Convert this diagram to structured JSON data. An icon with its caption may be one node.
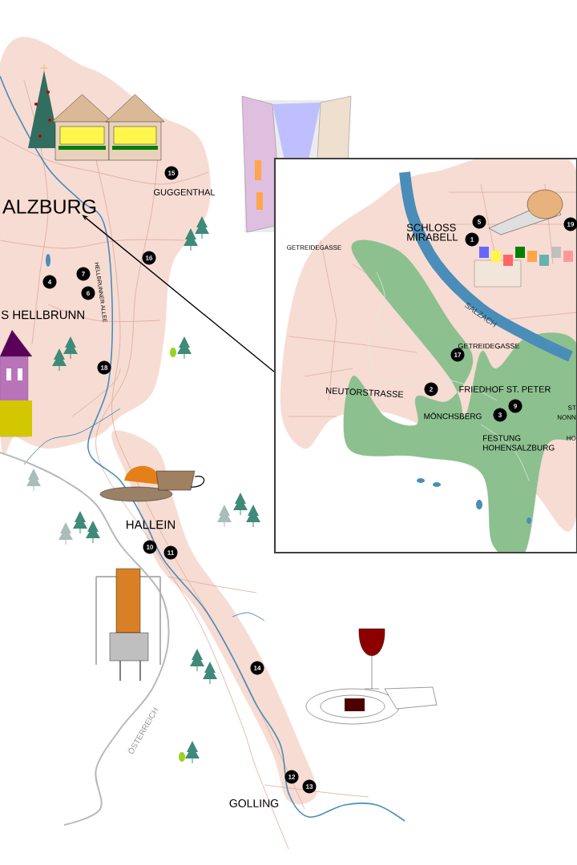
{
  "diagram": {
    "nodes": [
      {
        "text": [],
        "shape": "box"
      },
      {
        "text": [
          "ALZBURG"
        ]
      }
    ],
    "edges": [
      {
        "from": 0,
        "to": 1,
        "arrow": "to"
      }
    ],
    "labels": [
      "15",
      "GUGGENTHAL",
      "GETREIDEGASSE",
      "16",
      "7",
      "HELLBRUNNER ALLEE",
      "4",
      "6",
      "S HELLBRUNN",
      "18",
      "5",
      "19",
      "SCHLOSS MIRABELL",
      "1",
      "SALZACH",
      "GETREIDEGASSE",
      "17",
      "NEUTORSTRASSE",
      "2",
      "FRIEDHOF ST. PETER",
      "9",
      "ST",
      "MÖNCHSBERG",
      "3",
      "NONN",
      "HO",
      "FESTUNG HOHENSALZBURG",
      "HALLEIN",
      "10",
      "11",
      "14",
      "ÖSTERREICH",
      "12",
      "13",
      "GOLLING"
    ]
  }
}
